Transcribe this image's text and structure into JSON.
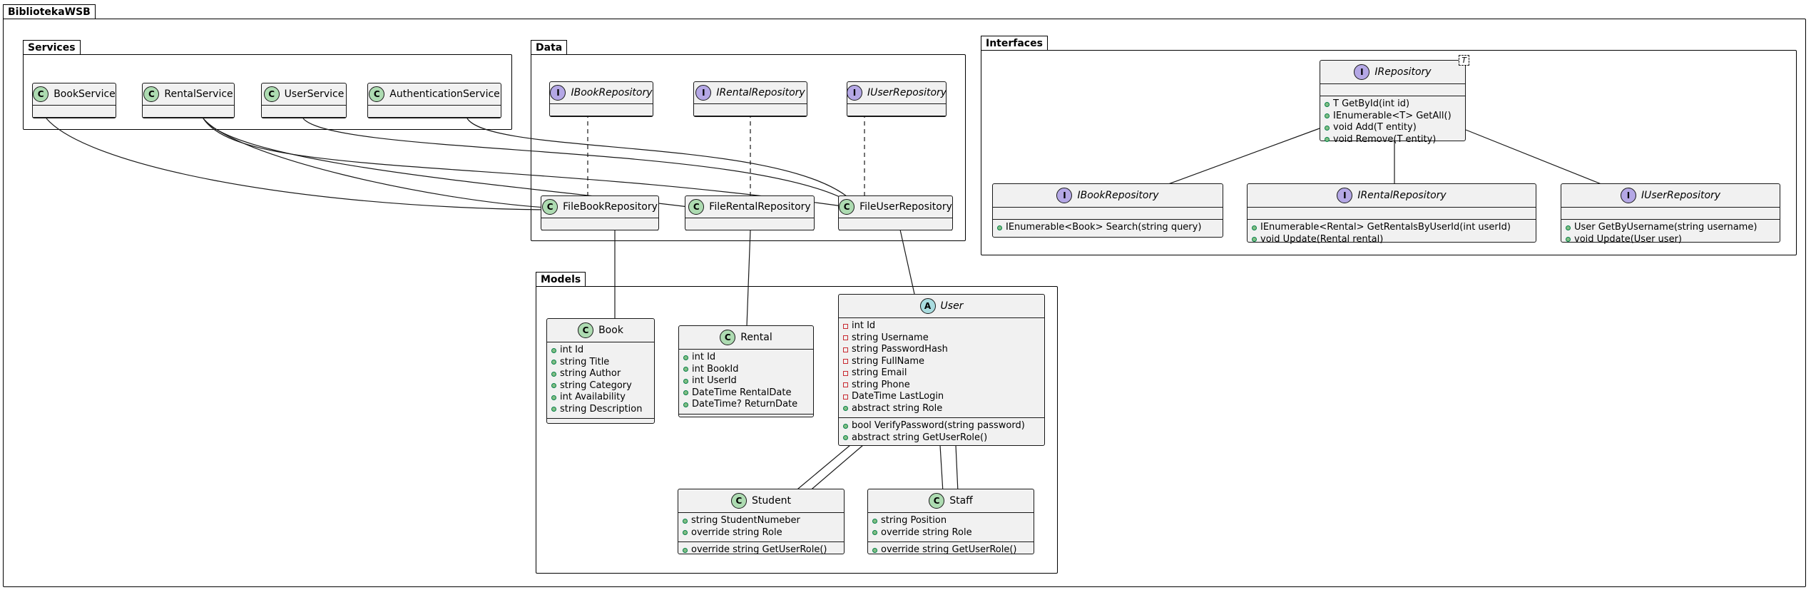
{
  "packages": {
    "root": "BibliotekaWSB",
    "services": "Services",
    "data": "Data",
    "models": "Models",
    "interfaces": "Interfaces"
  },
  "classes": {
    "BookService": {
      "name": "BookService",
      "kind": "C"
    },
    "RentalService": {
      "name": "RentalService",
      "kind": "C"
    },
    "UserService": {
      "name": "UserService",
      "kind": "C"
    },
    "AuthenticationService": {
      "name": "AuthenticationService",
      "kind": "C"
    },
    "DataIBookRepository": {
      "name": "IBookRepository",
      "kind": "I"
    },
    "DataIRentalRepository": {
      "name": "IRentalRepository",
      "kind": "I"
    },
    "DataIUserRepository": {
      "name": "IUserRepository",
      "kind": "I"
    },
    "FileBookRepository": {
      "name": "FileBookRepository",
      "kind": "C"
    },
    "FileRentalRepository": {
      "name": "FileRentalRepository",
      "kind": "C"
    },
    "FileUserRepository": {
      "name": "FileUserRepository",
      "kind": "C"
    },
    "IRepository": {
      "name": "IRepository",
      "kind": "I",
      "type_param": "T",
      "methods": [
        "T GetById(int id)",
        "IEnumerable<T> GetAll()",
        "void Add(T entity)",
        "void Remove(T entity)"
      ]
    },
    "IBookRepository": {
      "name": "IBookRepository",
      "kind": "I",
      "methods": [
        "IEnumerable<Book> Search(string query)"
      ]
    },
    "IRentalRepository": {
      "name": "IRentalRepository",
      "kind": "I",
      "methods": [
        "IEnumerable<Rental> GetRentalsByUserId(int userId)",
        "void Update(Rental rental)"
      ]
    },
    "IUserRepository": {
      "name": "IUserRepository",
      "kind": "I",
      "methods": [
        "User GetByUsername(string username)",
        "void Update(User user)"
      ]
    },
    "Book": {
      "name": "Book",
      "kind": "C",
      "fields": [
        "int Id",
        "string Title",
        "string Author",
        "string Category",
        "int Availability",
        "string Description"
      ]
    },
    "Rental": {
      "name": "Rental",
      "kind": "C",
      "fields": [
        "int Id",
        "int BookId",
        "int UserId",
        "DateTime RentalDate",
        "DateTime? ReturnDate"
      ]
    },
    "User": {
      "name": "User",
      "kind": "A",
      "fields": [
        "int Id",
        "string Username",
        "string PasswordHash",
        "string FullName",
        "string Email",
        "string Phone",
        "DateTime LastLogin",
        "abstract string Role"
      ],
      "field_visibility": [
        "private",
        "private",
        "private",
        "private",
        "private",
        "private",
        "private",
        "public"
      ],
      "methods": [
        "bool VerifyPassword(string password)",
        "abstract string GetUserRole()"
      ]
    },
    "Student": {
      "name": "Student",
      "kind": "C",
      "fields": [
        "string StudentNumeber",
        "override string Role"
      ],
      "methods": [
        "override string GetUserRole()"
      ]
    },
    "Staff": {
      "name": "Staff",
      "kind": "C",
      "fields": [
        "string Position",
        "override string Role"
      ],
      "methods": [
        "override string GetUserRole()"
      ]
    }
  },
  "colors": {
    "class_fill": "#f1f1f1",
    "class_badge": "#addbb1",
    "interface_badge": "#b4a7e5",
    "abstract_badge": "#a9dcdf",
    "public_marker": "#84be84",
    "private_marker": "#c82930",
    "line": "#181818"
  }
}
